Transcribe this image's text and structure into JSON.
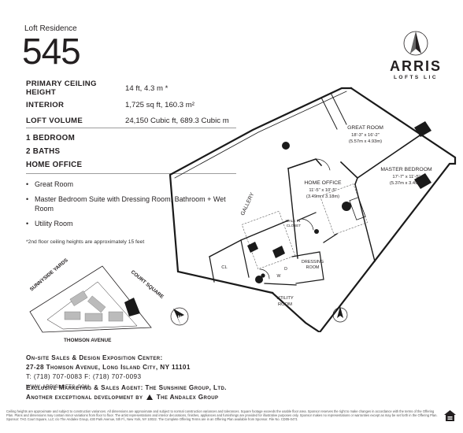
{
  "unit": {
    "kicker": "Loft Residence",
    "number": "545"
  },
  "specs": [
    {
      "key": "PRIMARY CEILING HEIGHT",
      "value": "14 ft, 4.3 m *"
    },
    {
      "key": "INTERIOR",
      "value": "1,725 sq ft, 160.3 m²"
    },
    {
      "key": "LOFT VOLUME",
      "value": "24,150 Cubic ft, 689.3 Cubic m"
    }
  ],
  "summary": [
    "1 BEDROOM",
    "2 BATHS",
    "HOME OFFICE"
  ],
  "features": [
    "Great Room",
    "Master Bedroom Suite with Dressing Room, Bathroom + Wet Room",
    "Utility Room"
  ],
  "footnote": "*2nd floor ceiling heights are approximately 15 feet",
  "brand": {
    "name": "ARRIS",
    "sub": "LOFTS LIC",
    "logo_icon": "arris-compass-logo-icon"
  },
  "rooms": {
    "great_room": {
      "name": "GREAT ROOM",
      "dim_ft": "18'-3\" x 16'-2\"",
      "dim_m": "(5.57m x 4.93m)"
    },
    "master_bedroom": {
      "name": "MASTER BEDROOM",
      "dim_ft": "17'-7\" x 11'-5\"",
      "dim_m": "(5.37m x 3.49m)"
    },
    "home_office": {
      "name": "HOME OFFICE",
      "dim_ft": "11'-5\" x 10'-5\"",
      "dim_m": "(3.49m x 3.18m)"
    },
    "gallery": "GALLERY",
    "walk_in_closet": [
      "WALK IN",
      "CLOSET"
    ],
    "dressing_room": [
      "DRESSING",
      "ROOM"
    ],
    "utility_room": [
      "UTILITY",
      "ROOM"
    ],
    "cl": "CL",
    "d": "D",
    "w": "W"
  },
  "sitemap": {
    "streets": [
      "SUNNYSIDE YARDS",
      "COURT SQUARE",
      "THOMSON AVENUE"
    ],
    "north_marker": "N"
  },
  "contact": {
    "center_heading": "On-site Sales & Design Exposition Center:",
    "address": "27-28 Thomson Avenue, Long Island City, NY 11101",
    "phone_line": "T: (718) 707-0083  F: (718) 707-0093",
    "web": "www.arrislofts.com",
    "agent": "Exclusive Marketing & Sales Agent: The Sunshine Group, Ltd.",
    "developer": "Another exceptional development by",
    "developer_name": "The Andalex Group"
  },
  "legal": "Ceiling heights are approximate and subject to construction variances. All dimensions are approximate and subject to normal construction variances and tolerances. Square footage exceeds the usable floor area. Sponsor reserves the right to make changes in accordance with the terms of the Offering Plan. Plans and dimensions may contain minor variations from floor to floor. The artist representations and interior decorations, finishes, appliances and furnishings are provided for illustrative purposes only. Sponsor makes no representations or warranties except as may be set forth in the Offering Plan. Sponsor: TAG Court Square, LLC c/o The Andalex Group, 430 Park Avenue, 5th Fl., New York, NY 10022. The Complete Offering Terms are in an Offering Plan available from Sponsor. File No. CD05-0471",
  "equal_housing_icon": "equal-housing-icon",
  "colors": {
    "ink": "#231f20",
    "wall": "#1a1a1a",
    "rule": "#9d9d9d"
  }
}
